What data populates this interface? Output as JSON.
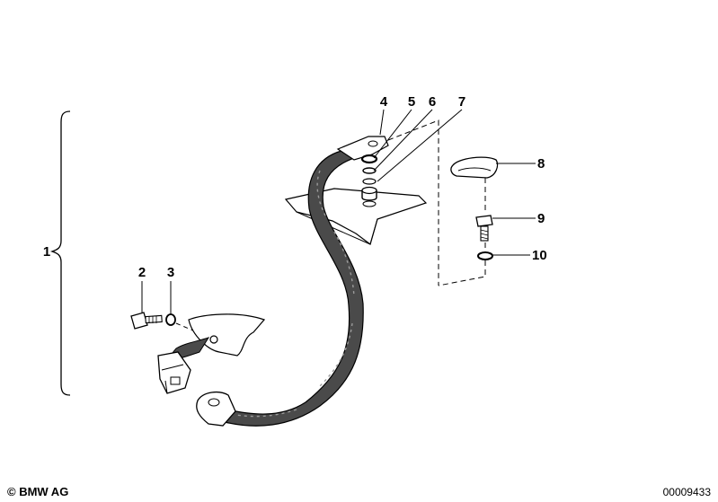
{
  "diagram": {
    "callouts": {
      "c1": "1",
      "c2": "2",
      "c3": "3",
      "c4": "4",
      "c5": "5",
      "c6": "6",
      "c7": "7",
      "c8": "8",
      "c9": "9",
      "c10": "10"
    }
  },
  "footer": {
    "copyright": "© BMW AG",
    "code": "00009433"
  },
  "colors": {
    "ink": "#000000",
    "belt": "#3a3a3a",
    "paper": "#ffffff"
  }
}
